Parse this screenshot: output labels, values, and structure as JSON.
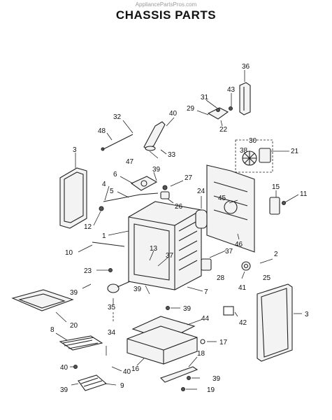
{
  "watermark": "AppliancePartsPros.com",
  "title": "CHASSIS PARTS",
  "callouts": [
    {
      "id": "c36",
      "label": "36"
    },
    {
      "id": "c43",
      "label": "43"
    },
    {
      "id": "c31",
      "label": "31"
    },
    {
      "id": "c29",
      "label": "29"
    },
    {
      "id": "c22",
      "label": "22"
    },
    {
      "id": "c30",
      "label": "30"
    },
    {
      "id": "c38",
      "label": "38"
    },
    {
      "id": "c21",
      "label": "21"
    },
    {
      "id": "c32",
      "label": "32"
    },
    {
      "id": "c40a",
      "label": "40"
    },
    {
      "id": "c48",
      "label": "48"
    },
    {
      "id": "c3a",
      "label": "3"
    },
    {
      "id": "c47",
      "label": "47"
    },
    {
      "id": "c33",
      "label": "33"
    },
    {
      "id": "c6",
      "label": "6"
    },
    {
      "id": "c39a",
      "label": "39"
    },
    {
      "id": "c27",
      "label": "27"
    },
    {
      "id": "c4",
      "label": "4"
    },
    {
      "id": "c5",
      "label": "5"
    },
    {
      "id": "c24",
      "label": "24"
    },
    {
      "id": "c45",
      "label": "45"
    },
    {
      "id": "c15",
      "label": "15"
    },
    {
      "id": "c11",
      "label": "11"
    },
    {
      "id": "c26",
      "label": "26"
    },
    {
      "id": "c12",
      "label": "12"
    },
    {
      "id": "c1",
      "label": "1"
    },
    {
      "id": "c46",
      "label": "46"
    },
    {
      "id": "c10",
      "label": "10"
    },
    {
      "id": "c13",
      "label": "13"
    },
    {
      "id": "c37a",
      "label": "37"
    },
    {
      "id": "c37b",
      "label": "37"
    },
    {
      "id": "c2",
      "label": "2"
    },
    {
      "id": "c23",
      "label": "23"
    },
    {
      "id": "c28",
      "label": "28"
    },
    {
      "id": "c25",
      "label": "25"
    },
    {
      "id": "c39b",
      "label": "39"
    },
    {
      "id": "c39c",
      "label": "39"
    },
    {
      "id": "c35",
      "label": "35"
    },
    {
      "id": "c7",
      "label": "7"
    },
    {
      "id": "c41",
      "label": "41"
    },
    {
      "id": "c20",
      "label": "20"
    },
    {
      "id": "c39d",
      "label": "39"
    },
    {
      "id": "c34",
      "label": "34"
    },
    {
      "id": "c42",
      "label": "42"
    },
    {
      "id": "c3b",
      "label": "3"
    },
    {
      "id": "c44",
      "label": "44"
    },
    {
      "id": "c8",
      "label": "8"
    },
    {
      "id": "c17",
      "label": "17"
    },
    {
      "id": "c16",
      "label": "16"
    },
    {
      "id": "c18",
      "label": "18"
    },
    {
      "id": "c40b",
      "label": "40"
    },
    {
      "id": "c40c",
      "label": "40"
    },
    {
      "id": "c39e",
      "label": "39"
    },
    {
      "id": "c39f",
      "label": "39"
    },
    {
      "id": "c9",
      "label": "9"
    },
    {
      "id": "c19",
      "label": "19"
    }
  ]
}
